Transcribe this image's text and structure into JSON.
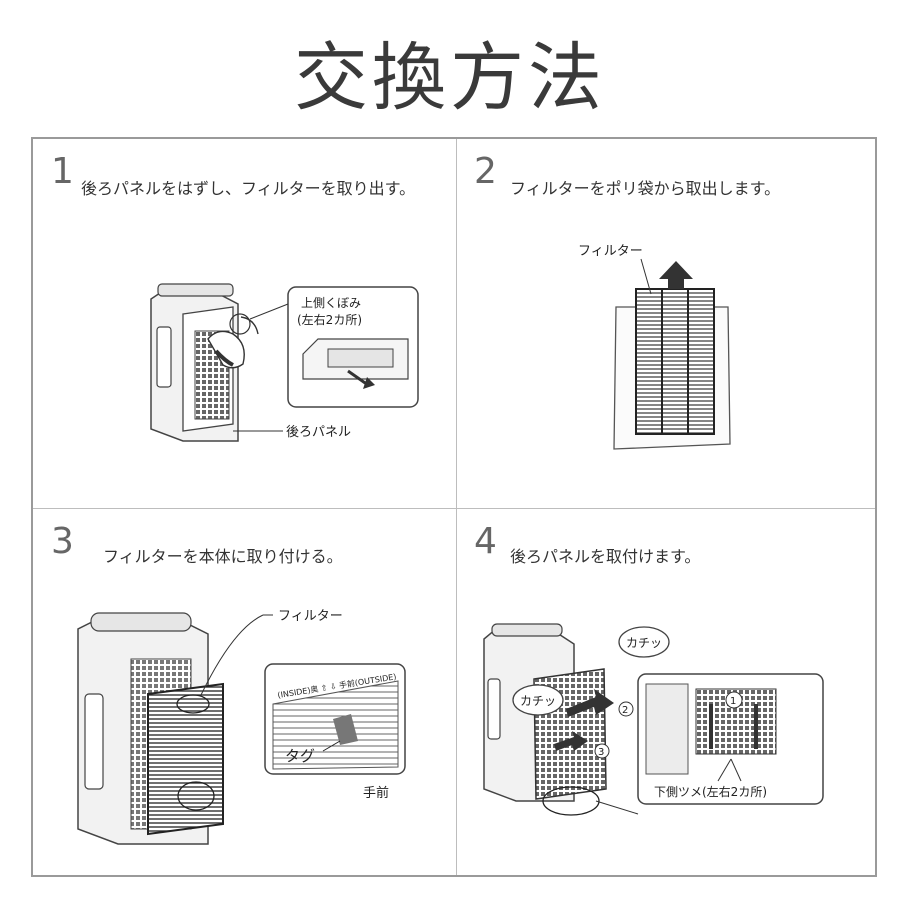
{
  "title": "交換方法",
  "steps": [
    {
      "number": "1",
      "text": "後ろパネルをはずし、フィルターを取り出す。",
      "callout": {
        "line1": "上側くぼみ",
        "line2": "(左右2カ所)"
      },
      "label_panel": "後ろパネル"
    },
    {
      "number": "2",
      "text": "フィルターをポリ袋から取出します。",
      "label_filter": "フィルター"
    },
    {
      "number": "3",
      "text": "フィルターを本体に取り付ける。",
      "label_filter": "フィルター",
      "print_text": "(INSIDE)奥 ⇧ ⇩ 手前(OUTSIDE)",
      "label_tag": "タグ",
      "label_front": "手前"
    },
    {
      "number": "4",
      "text": "後ろパネルを取付けます。",
      "bubble1": "カチッ",
      "bubble2": "カチッ",
      "label_claw": "下側ツメ(左右2カ所)",
      "markers": [
        "1",
        "2",
        "3"
      ]
    }
  ],
  "colors": {
    "border": "#9a9a9a",
    "divider": "#bdbdbd",
    "text": "#333333",
    "number": "#666666"
  }
}
